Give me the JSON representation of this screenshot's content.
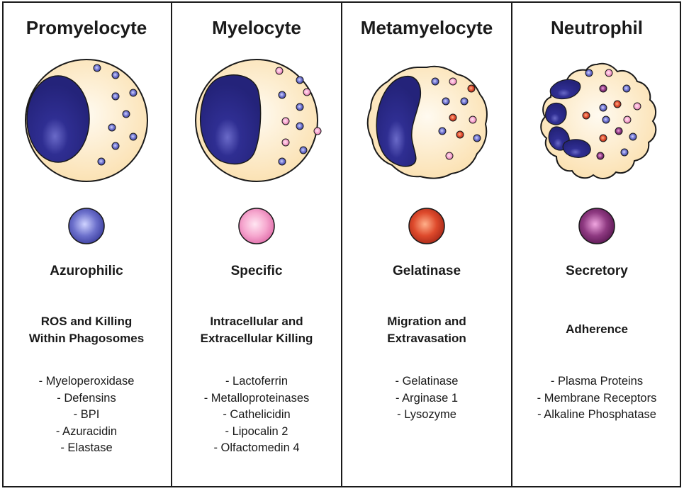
{
  "columns": [
    {
      "title": "Promyelocyte",
      "granule_type": "Azurophilic",
      "granule_color": "#5a5fc0",
      "function_lines": [
        "ROS and Killing",
        "Within Phagosomes"
      ],
      "contents": [
        "-  Myeloperoxidase",
        "- Defensins",
        "- BPI",
        "- Azuracidin",
        "- Elastase"
      ]
    },
    {
      "title": "Myelocyte",
      "granule_type": "Specific",
      "granule_color": "#f4a3cc",
      "function_lines": [
        "Intracellular and",
        "Extracellular Killing"
      ],
      "contents": [
        "-  Lactoferrin",
        "- Metalloproteinases",
        "- Cathelicidin",
        "- Lipocalin 2",
        "- Olfactomedin 4"
      ]
    },
    {
      "title": "Metamyelocyte",
      "granule_type": "Gelatinase",
      "granule_color": "#d9482b",
      "function_lines": [
        "Migration and",
        "Extravasation"
      ],
      "contents": [
        "- Gelatinase",
        "- Arginase 1",
        "- Lysozyme"
      ]
    },
    {
      "title": "Neutrophil",
      "granule_type": "Secretory",
      "granule_color": "#8a2f7a",
      "function_lines": [
        "Adherence"
      ],
      "contents": [
        "- Plasma Proteins",
        "- Membrane Receptors",
        "- Alkaline Phosphatase"
      ]
    }
  ],
  "colors": {
    "cytoplasm": "#fde9c4",
    "nucleus": "#2b2a85",
    "outline": "#1a1a1a"
  }
}
